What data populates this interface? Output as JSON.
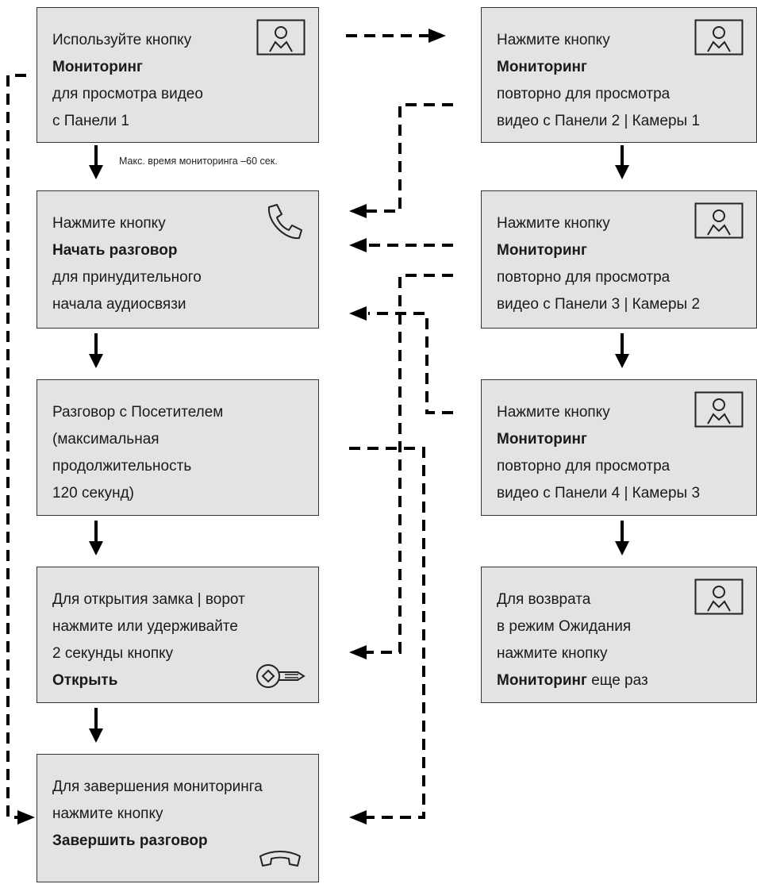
{
  "left_boxes": [
    {
      "lines": [
        "Используйте кнопку",
        "Мониторинг",
        "для просмотра видео",
        "с Панели 1"
      ],
      "bold": [
        1
      ],
      "icon": "monitor-icon"
    },
    {
      "lines": [
        "Нажмите кнопку",
        "Начать разговор",
        "для принудительного",
        "начала аудиосвязи"
      ],
      "bold": [
        1
      ],
      "icon": "phone-handset-icon"
    },
    {
      "lines": [
        "Разговор с Посетителем",
        "(максимальная",
        "продолжительность",
        "120 секунд)"
      ],
      "bold": [],
      "icon": ""
    },
    {
      "lines": [
        "Для открытия замка | ворот",
        "нажмите или удерживайте",
        "2 секунды кнопку",
        "Открыть"
      ],
      "bold": [
        3
      ],
      "icon": "key-icon"
    },
    {
      "lines": [
        "Для завершения мониторинга",
        "нажмите кнопку",
        "Завершить разговор"
      ],
      "bold": [
        2
      ],
      "icon": "hang-up-icon"
    }
  ],
  "right_boxes": [
    {
      "lines": [
        "Нажмите кнопку",
        "Мониторинг",
        "повторно для просмотра",
        "видео с Панели 2 | Камеры 1"
      ],
      "bold": [
        1
      ],
      "icon": "monitor-icon"
    },
    {
      "lines": [
        "Нажмите кнопку",
        "Мониторинг",
        "повторно для просмотра",
        "видео с Панели 3 | Камеры 2"
      ],
      "bold": [
        1
      ],
      "icon": "monitor-icon"
    },
    {
      "lines": [
        "Нажмите кнопку",
        "Мониторинг",
        "повторно для просмотра",
        "видео с Панели 4 | Камеры 3"
      ],
      "bold": [
        1
      ],
      "icon": "monitor-icon"
    },
    {
      "lines": [
        "Для возврата",
        "в режим Ожидания",
        "нажмите кнопку",
        "Мониторинг еще раз"
      ],
      "bold": [
        3
      ],
      "bold_words": {
        "3": "Мониторинг"
      },
      "icon": "monitor-icon"
    }
  ],
  "note": "Макс. время мониторинга –60 сек."
}
